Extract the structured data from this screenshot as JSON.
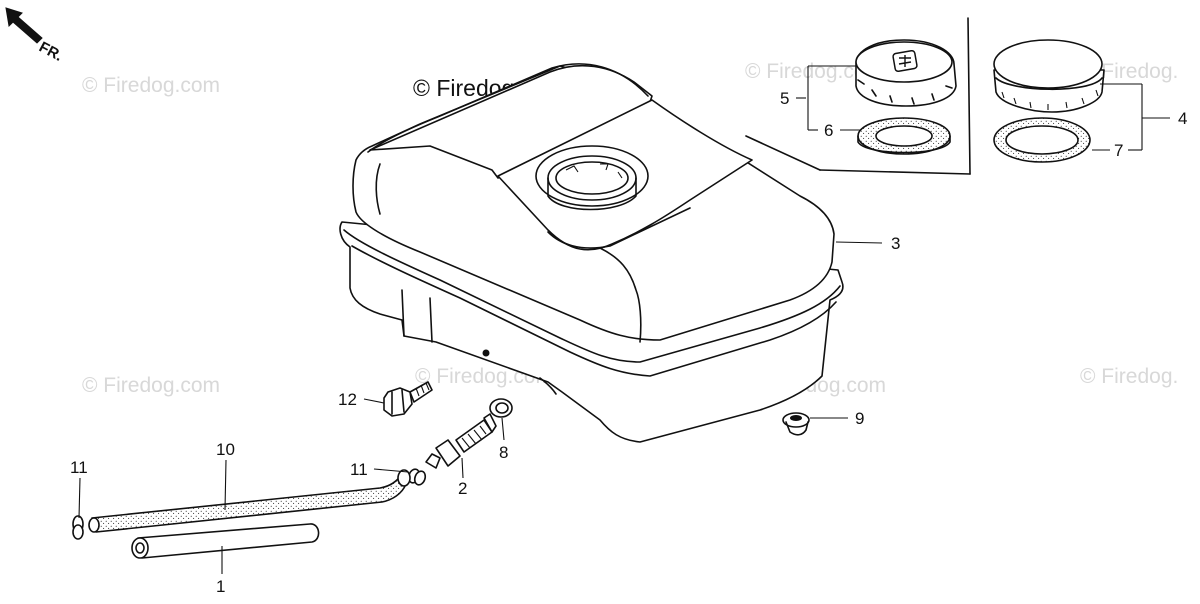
{
  "watermarks": {
    "main": "© Firedog.com",
    "faded": "© Firedog.com",
    "faded_clipped": "© Firedog."
  },
  "direction_marker": {
    "label": "FR.",
    "icon": "front-direction-arrow-icon"
  },
  "callouts": {
    "c1": "1",
    "c2": "2",
    "c3": "3",
    "c4": "4",
    "c5": "5",
    "c6": "6",
    "c7": "7",
    "c8": "8",
    "c9": "9",
    "c10": "10",
    "c11_left": "11",
    "c11_mid": "11",
    "c12": "12"
  },
  "colors": {
    "line": "#111111",
    "watermark": "#d8d8d8",
    "background": "#ffffff"
  }
}
